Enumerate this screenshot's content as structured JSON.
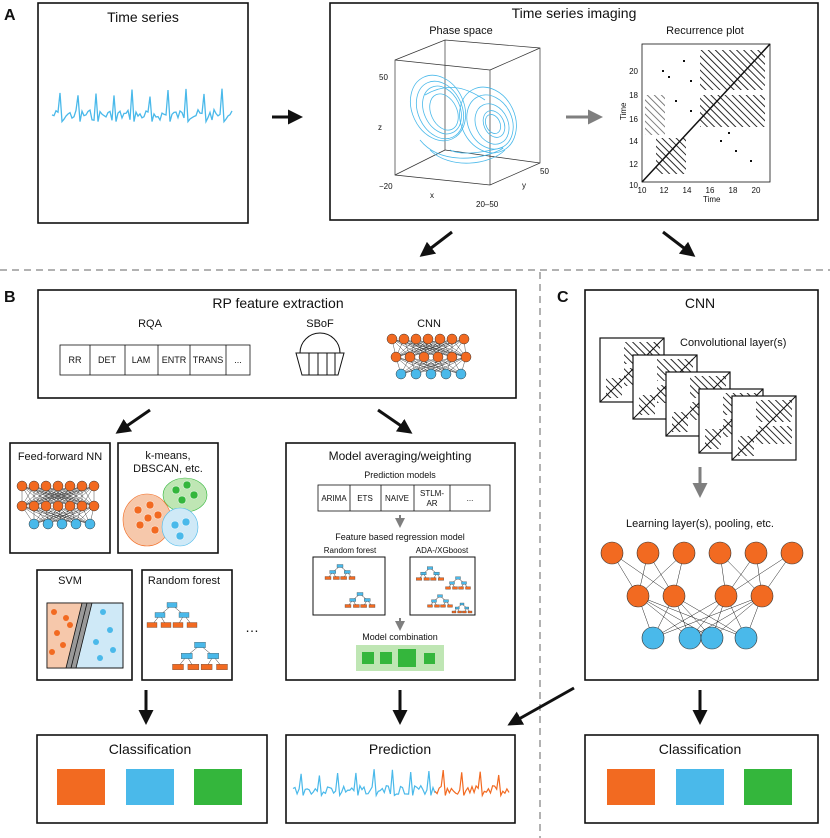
{
  "panels": {
    "a": "A",
    "b": "B",
    "c": "C"
  },
  "a": {
    "time_series_title": "Time series",
    "imaging_title": "Time series imaging",
    "phase_space_title": "Phase space",
    "recurrence_title": "Recurrence plot",
    "phase_axes": {
      "z_label": "z",
      "z_tick": "50",
      "x_label": "x",
      "x_tick": "−20",
      "y_label": "y",
      "y_tick": "50",
      "corner_tick": "20–50"
    },
    "rp_axes": {
      "y_label": "Time",
      "x_label": "Time",
      "y_ticks": [
        "20",
        "18",
        "16",
        "14",
        "12",
        "10"
      ],
      "x_ticks": [
        "10",
        "12",
        "14",
        "16",
        "18",
        "20"
      ]
    }
  },
  "b": {
    "rp_title": "RP feature extraction",
    "rqa_label": "RQA",
    "rqa_cells": [
      "RR",
      "DET",
      "LAM",
      "ENTR",
      "TRANS",
      "..."
    ],
    "sbof_label": "SBoF",
    "cnn_label": "CNN",
    "ffnn_title": "Feed-forward NN",
    "kmeans_title_1": "k-means,",
    "kmeans_title_2": "DBSCAN, etc.",
    "svm_title": "SVM",
    "rf_title": "Random forest",
    "ellipsis": "…",
    "model_avg_title": "Model averaging/weighting",
    "prediction_models_label": "Prediction models",
    "prediction_models": [
      "ARIMA",
      "ETS",
      "NAIVE",
      "STLM-\nAR",
      "..."
    ],
    "fbrm_label": "Feature based regression model",
    "fbrm_rf_label": "Random forest",
    "fbrm_ada_label": "ADA-/XGboost",
    "model_combination_label": "Model combination",
    "classification_title": "Classification",
    "prediction_title": "Prediction"
  },
  "c": {
    "cnn_title": "CNN",
    "conv_label": "Convolutional layer(s)",
    "learning_label": "Learning layer(s), pooling, etc.",
    "classification_title": "Classification"
  },
  "colors": {
    "orange": "#f26a21",
    "blue": "#4ab9ea",
    "green": "#34b63c",
    "light_green": "#bfe6b4",
    "grey": "#7f7f7f",
    "light_orange": "#f6c8ab",
    "light_blue": "#cfe9f7"
  }
}
